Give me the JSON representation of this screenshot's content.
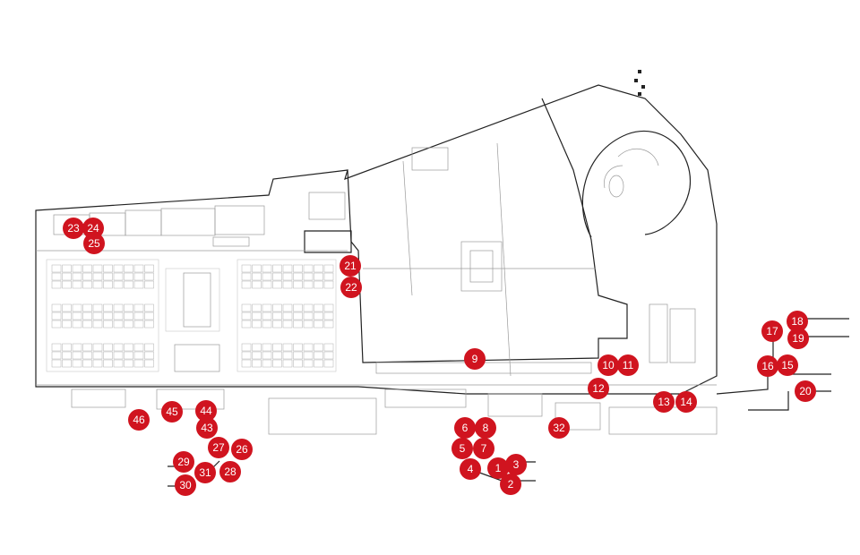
{
  "map": {
    "marker_color": "#d0141f",
    "markers": [
      {
        "label": "1"
      },
      {
        "label": "2"
      },
      {
        "label": "3"
      },
      {
        "label": "4"
      },
      {
        "label": "5"
      },
      {
        "label": "6"
      },
      {
        "label": "7"
      },
      {
        "label": "8"
      },
      {
        "label": "9"
      },
      {
        "label": "10"
      },
      {
        "label": "11"
      },
      {
        "label": "12"
      },
      {
        "label": "13"
      },
      {
        "label": "14"
      },
      {
        "label": "15"
      },
      {
        "label": "16"
      },
      {
        "label": "17"
      },
      {
        "label": "18"
      },
      {
        "label": "19"
      },
      {
        "label": "20"
      },
      {
        "label": "21"
      },
      {
        "label": "22"
      },
      {
        "label": "23"
      },
      {
        "label": "24"
      },
      {
        "label": "25"
      },
      {
        "label": "26"
      },
      {
        "label": "27"
      },
      {
        "label": "28"
      },
      {
        "label": "29"
      },
      {
        "label": "30"
      },
      {
        "label": "31"
      },
      {
        "label": "32"
      },
      {
        "label": "43"
      },
      {
        "label": "44"
      },
      {
        "label": "45"
      },
      {
        "label": "46"
      }
    ]
  }
}
